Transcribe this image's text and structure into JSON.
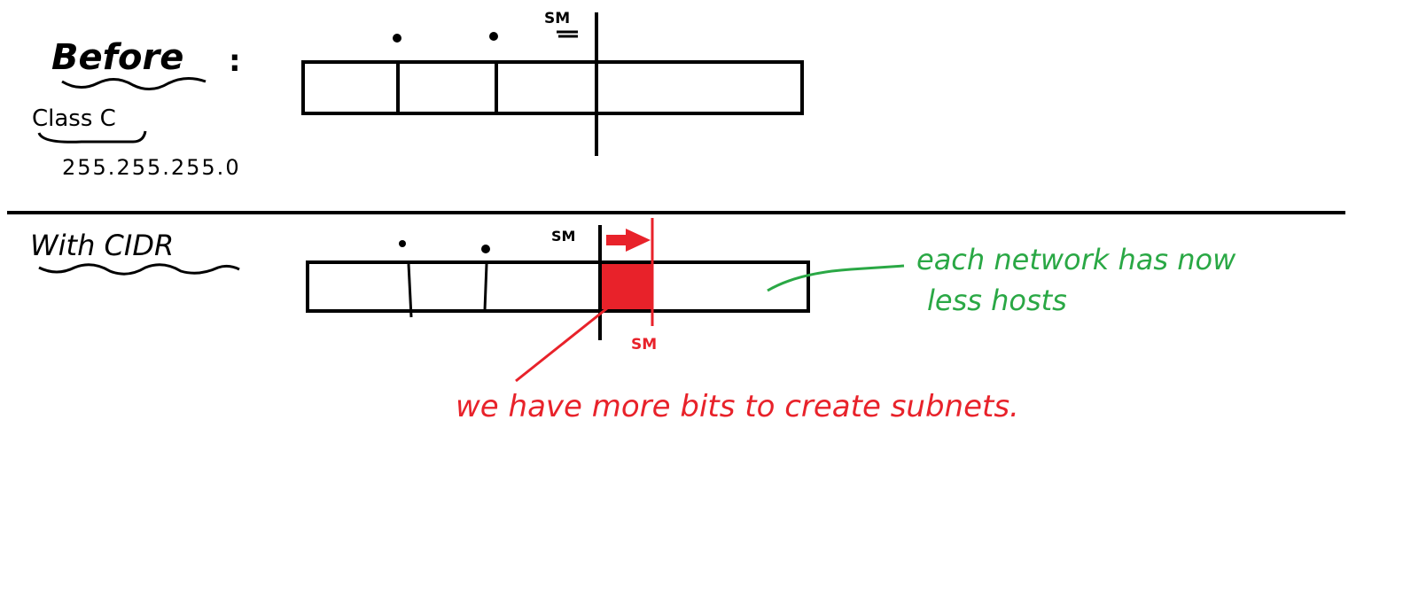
{
  "colors": {
    "ink": "#000000",
    "highlight_red": "#e8222a",
    "annotation_green": "#2aa845"
  },
  "before": {
    "title": "Before",
    "colon": ":",
    "class_label": "Class C",
    "mask": "255.255.255.0",
    "sm_marker": "SM"
  },
  "with_cidr": {
    "title": "With CIDR",
    "sm_marker_old": "SM",
    "sm_marker_new": "SM",
    "note_more_bits": "we have more bits to create subnets.",
    "note_less_hosts_line1": "each network has now",
    "note_less_hosts_line2": "less hosts"
  }
}
